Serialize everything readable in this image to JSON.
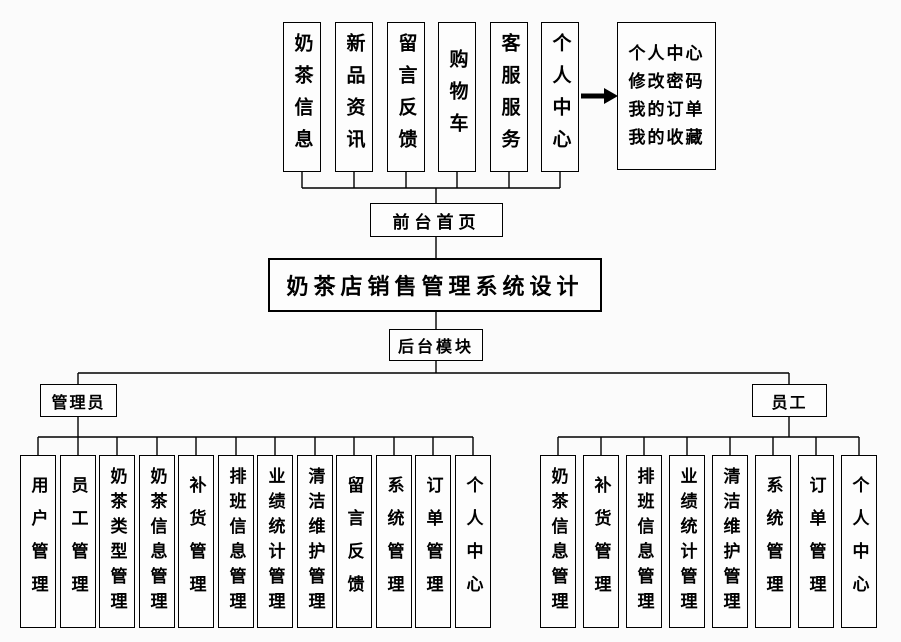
{
  "diagram": {
    "title": "奶茶店销售管理系统设计",
    "front_home": "前台首页",
    "backend": "后台模块",
    "top_modules": [
      "奶茶信息",
      "新品资讯",
      "留言反馈",
      "购物车",
      "客服服务",
      "个人中心"
    ],
    "personal_detail": [
      "个人中心",
      "修改密码",
      "我的订单",
      "我的收藏"
    ],
    "roles": {
      "admin": "管理员",
      "staff": "员工"
    },
    "admin_modules": [
      "用户管理",
      "员工管理",
      "奶茶类型管理",
      "奶茶信息管理",
      "补货管理",
      "排班信息管理",
      "业绩统计管理",
      "清洁维护管理",
      "留言反馈",
      "系统管理",
      "订单管理",
      "个人中心"
    ],
    "staff_modules": [
      "奶茶信息管理",
      "补货管理",
      "排班信息管理",
      "业绩统计管理",
      "清洁维护管理",
      "系统管理",
      "订单管理",
      "个人中心"
    ],
    "colors": {
      "line": "#000000",
      "box_border": "#000000",
      "background": "#fbfbfb"
    }
  }
}
